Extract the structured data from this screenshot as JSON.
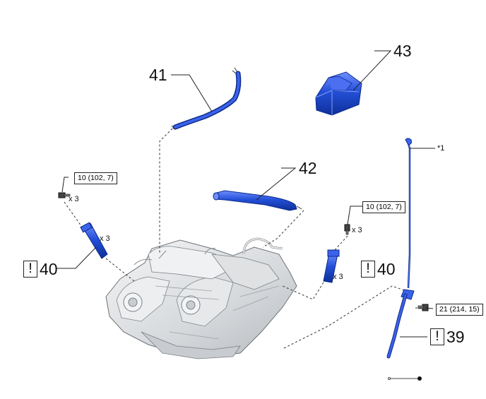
{
  "parts": {
    "p39": "39",
    "p40a": "40",
    "p40b": "40",
    "p41": "41",
    "p42": "42",
    "p43": "43"
  },
  "quantities": {
    "q1": "x 3",
    "q2": "x 3",
    "q3": "x 3",
    "q4": "x 3"
  },
  "torques": {
    "t1": "10 (102, 7)",
    "t2": "10 (102, 7)",
    "t3": "21 (214, 15)"
  },
  "warning_symbol": "!",
  "note_ref": "*1",
  "colors": {
    "part_blue": "#1e47c8",
    "engine_gray": "#d8dadc",
    "line": "#333333"
  }
}
